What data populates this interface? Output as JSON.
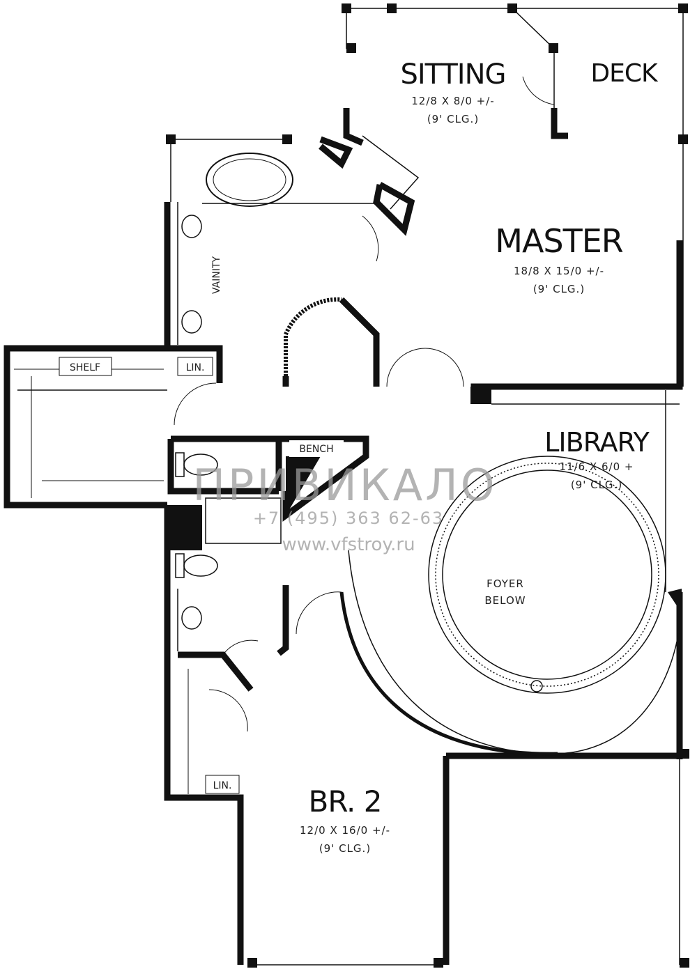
{
  "plan": {
    "rooms": {
      "sitting": {
        "name": "SITTING",
        "size": "12/8 X 8/0 +/-",
        "ceiling": "(9' CLG.)"
      },
      "deck": {
        "name": "DECK"
      },
      "master": {
        "name": "MASTER",
        "size": "18/8 X 15/0 +/-",
        "ceiling": "(9' CLG.)"
      },
      "library": {
        "name": "LIBRARY",
        "size": "11/6 X 6/0 +",
        "ceiling": "(9' CLG.)"
      },
      "foyer": {
        "line1": "FOYER",
        "line2": "BELOW"
      },
      "br2": {
        "name": "BR. 2",
        "size": "12/0 X 16/0 +/-",
        "ceiling": "(9' CLG.)"
      }
    },
    "fixtures": {
      "vanity": "VAINITY",
      "shelf": "SHELF",
      "linen_1": "LIN.",
      "linen_2": "LIN.",
      "bench": "BENCH"
    },
    "watermark": {
      "logo": "ПРИВИКАЛО",
      "phone": "+7 (495) 363 62-63",
      "url": "www.vfstroy.ru"
    }
  }
}
